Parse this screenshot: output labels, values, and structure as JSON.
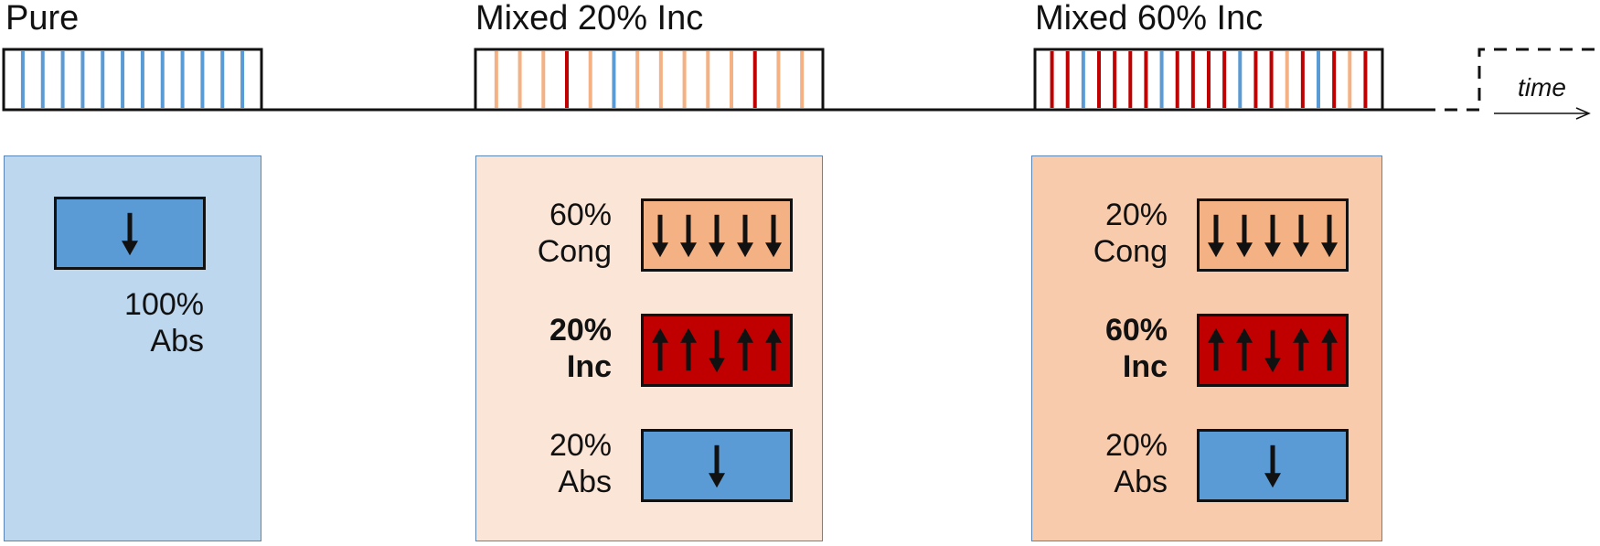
{
  "colors": {
    "congruent": "#f4b183",
    "incongruent": "#c00000",
    "absent": "#5b9bd5",
    "panel_pure": "#bdd7ee",
    "panel_mixed20": "#fbe5d6",
    "panel_mixed60": "#f8cbad",
    "outline": "#111111"
  },
  "timeline": {
    "time_label": "time",
    "blocks": [
      {
        "title": "Pure",
        "trials": [
          "A",
          "A",
          "A",
          "A",
          "A",
          "A",
          "A",
          "A",
          "A",
          "A",
          "A",
          "A"
        ]
      },
      {
        "title": "Mixed 20% Inc",
        "trials": [
          "C",
          "C",
          "C",
          "I",
          "C",
          "A",
          "C",
          "C",
          "C",
          "C",
          "C",
          "I",
          "C",
          "C"
        ]
      },
      {
        "title": "Mixed 60% Inc",
        "trials": [
          "I",
          "I",
          "A",
          "I",
          "I",
          "I",
          "I",
          "A",
          "I",
          "I",
          "I",
          "I",
          "A",
          "I",
          "I",
          "C",
          "I",
          "A",
          "I",
          "C",
          "I"
        ]
      }
    ]
  },
  "panels": [
    {
      "name": "pure",
      "rows": [
        {
          "percent": "100%",
          "type": "Abs",
          "bold": false,
          "kind": "A",
          "arrows": [
            "down"
          ]
        }
      ]
    },
    {
      "name": "mixed20",
      "rows": [
        {
          "percent": "60%",
          "type": "Cong",
          "bold": false,
          "kind": "C",
          "arrows": [
            "down",
            "down",
            "down",
            "down",
            "down"
          ]
        },
        {
          "percent": "20%",
          "type": "Inc",
          "bold": true,
          "kind": "I",
          "arrows": [
            "up",
            "up",
            "down",
            "up",
            "up"
          ]
        },
        {
          "percent": "20%",
          "type": "Abs",
          "bold": false,
          "kind": "A",
          "arrows": [
            "down"
          ]
        }
      ]
    },
    {
      "name": "mixed60",
      "rows": [
        {
          "percent": "20%",
          "type": "Cong",
          "bold": false,
          "kind": "C",
          "arrows": [
            "down",
            "down",
            "down",
            "down",
            "down"
          ]
        },
        {
          "percent": "60%",
          "type": "Inc",
          "bold": true,
          "kind": "I",
          "arrows": [
            "up",
            "up",
            "down",
            "up",
            "up"
          ]
        },
        {
          "percent": "20%",
          "type": "Abs",
          "bold": false,
          "kind": "A",
          "arrows": [
            "down"
          ]
        }
      ]
    }
  ]
}
